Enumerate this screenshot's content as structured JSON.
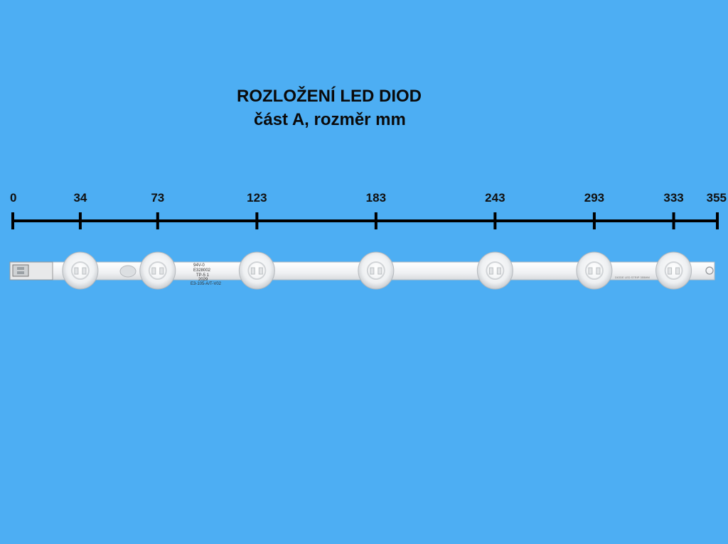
{
  "title": "ROZLOŽENÍ LED DIOD",
  "subtitle": "část A, rozměr mm",
  "scale": {
    "unit": "mm",
    "min": 0,
    "max": 355,
    "ticks": [
      "0",
      "34",
      "73",
      "123",
      "183",
      "243",
      "293",
      "333",
      "355"
    ]
  },
  "led_positions_mm": [
    34,
    73,
    123,
    183,
    243,
    293,
    333
  ],
  "strip_markings": {
    "line1": "94V-0",
    "line2": "E328002",
    "line3": "TP-5 1",
    "line4": "2029",
    "line5": "E3-105-A/T-V02",
    "right_text": "DIODE LED STRIP 355MM"
  },
  "colors": {
    "background": "#4daef3",
    "strip": "#f2f3f5",
    "scale_line": "#000000"
  }
}
